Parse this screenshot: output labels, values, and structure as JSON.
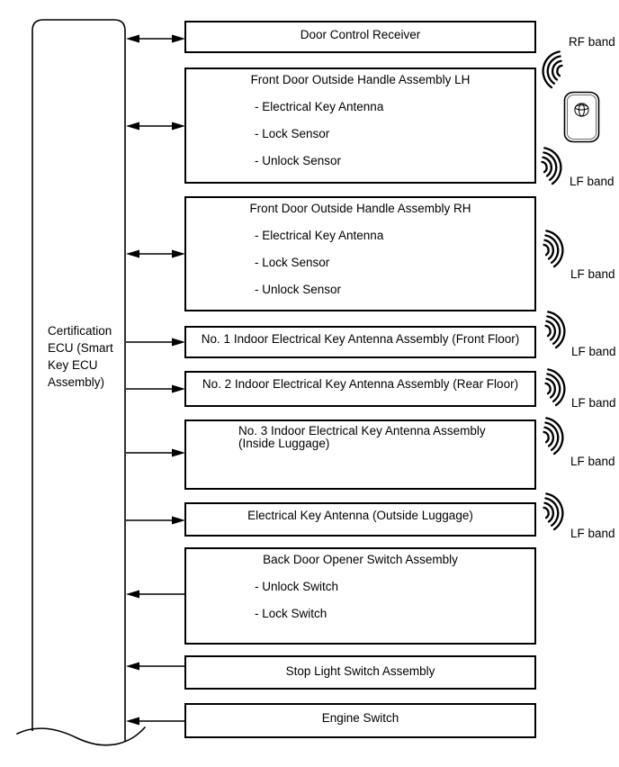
{
  "ecu": {
    "label": "Certification ECU (Smart Key ECU Assembly)"
  },
  "boxes": [
    {
      "title": "Door Control Receiver",
      "items": [],
      "arrow": "bidirectional",
      "band": "RF"
    },
    {
      "title": "Front Door Outside Handle Assembly LH",
      "items": [
        "- Electrical Key Antenna",
        "- Lock Sensor",
        "- Unlock Sensor"
      ],
      "arrow": "bidirectional",
      "band": "LF"
    },
    {
      "title": "Front Door Outside Handle Assembly RH",
      "items": [
        "- Electrical Key Antenna",
        "- Lock Sensor",
        "- Unlock Sensor"
      ],
      "arrow": "bidirectional",
      "band": "LF"
    },
    {
      "title": "No. 1 Indoor Electrical Key Antenna Assembly (Front Floor)",
      "items": [],
      "arrow": "to_box",
      "band": "LF"
    },
    {
      "title": "No. 2 Indoor Electrical Key Antenna Assembly (Rear Floor)",
      "items": [],
      "arrow": "to_box",
      "band": "LF"
    },
    {
      "title": "No. 3 Indoor Electrical Key Antenna Assembly",
      "title_line2": "(Inside Luggage)",
      "items": [],
      "arrow": "to_box",
      "band": "LF"
    },
    {
      "title": "Electrical Key Antenna (Outside Luggage)",
      "items": [],
      "arrow": "to_box",
      "band": "LF"
    },
    {
      "title": "Back Door Opener Switch Assembly",
      "items": [
        "- Unlock Switch",
        "- Lock Switch"
      ],
      "arrow": "to_ecu",
      "band": null
    },
    {
      "title": "Stop Light Switch Assembly",
      "items": [],
      "arrow": "to_ecu",
      "band": null
    },
    {
      "title": "Engine Switch",
      "items": [],
      "arrow": "to_ecu",
      "band": null
    }
  ],
  "labels": {
    "rf_band": "RF band",
    "lf_band": "LF band"
  },
  "icons": {
    "rf": "radio-waves-icon",
    "lf": "radio-waves-icon",
    "key": "smart-key-fob-icon"
  },
  "colors": {
    "line": "#000000",
    "background": "#ffffff"
  }
}
